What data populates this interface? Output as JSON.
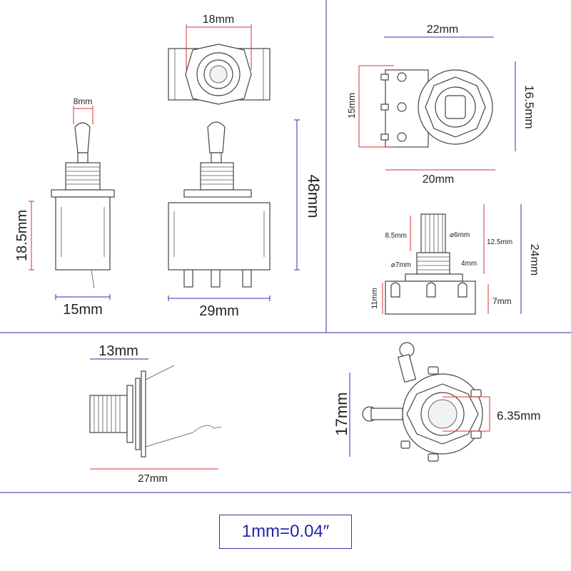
{
  "toggle_switch": {
    "top_width": "18mm",
    "lever_width": "8mm",
    "body_height": "18.5mm",
    "body_depth": "15mm",
    "body_width": "29mm",
    "total_height": "48mm"
  },
  "potentiometer": {
    "width_top": "22mm",
    "width_bottom": "20mm",
    "lug_height": "15mm",
    "body_height": "16.5mm",
    "shaft_length": "8.5mm",
    "shaft_diameter": "⌀6mm",
    "shaft_section": "12.5mm",
    "total_height": "24mm",
    "thread_diameter": "⌀7mm",
    "thread_length": "4mm",
    "body_side_height": "11mm",
    "lug_length": "7mm"
  },
  "jack": {
    "thread_length": "13mm",
    "total_length": "27mm",
    "body_height": "17mm",
    "bore_diameter": "6.35mm"
  },
  "scale_note": "1mm=0.04″"
}
